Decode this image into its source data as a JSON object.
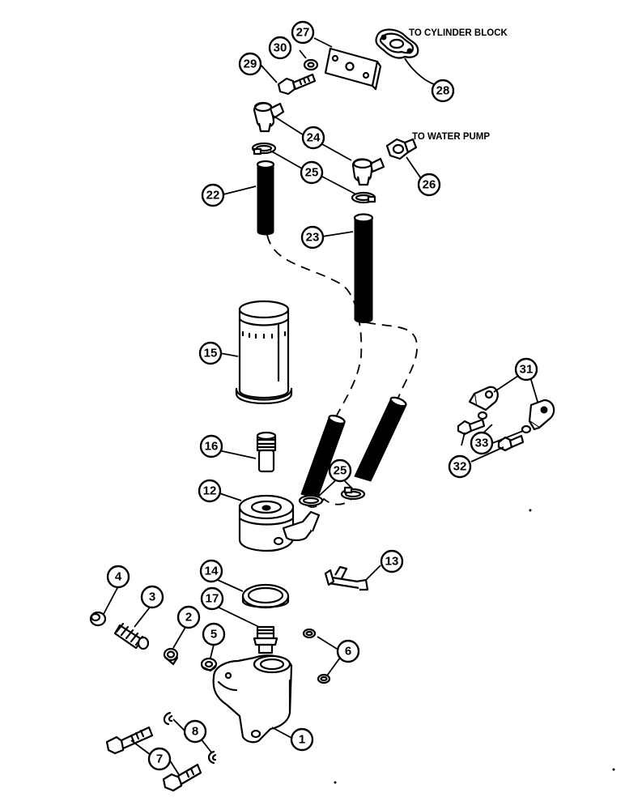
{
  "notes": {
    "cylinder_block": "TO CYLINDER BLOCK",
    "water_pump": "TO WATER PUMP"
  },
  "callouts": {
    "c1": "1",
    "c2": "2",
    "c3": "3",
    "c4": "4",
    "c5": "5",
    "c6": "6",
    "c7": "7",
    "c8": "8",
    "c12": "12",
    "c13": "13",
    "c14": "14",
    "c15": "15",
    "c16": "16",
    "c17": "17",
    "c22": "22",
    "c23": "23",
    "c24": "24",
    "c25a": "25",
    "c25b": "25",
    "c26": "26",
    "c27": "27",
    "c28": "28",
    "c29": "29",
    "c30": "30",
    "c31": "31",
    "c32": "32",
    "c33": "33"
  }
}
